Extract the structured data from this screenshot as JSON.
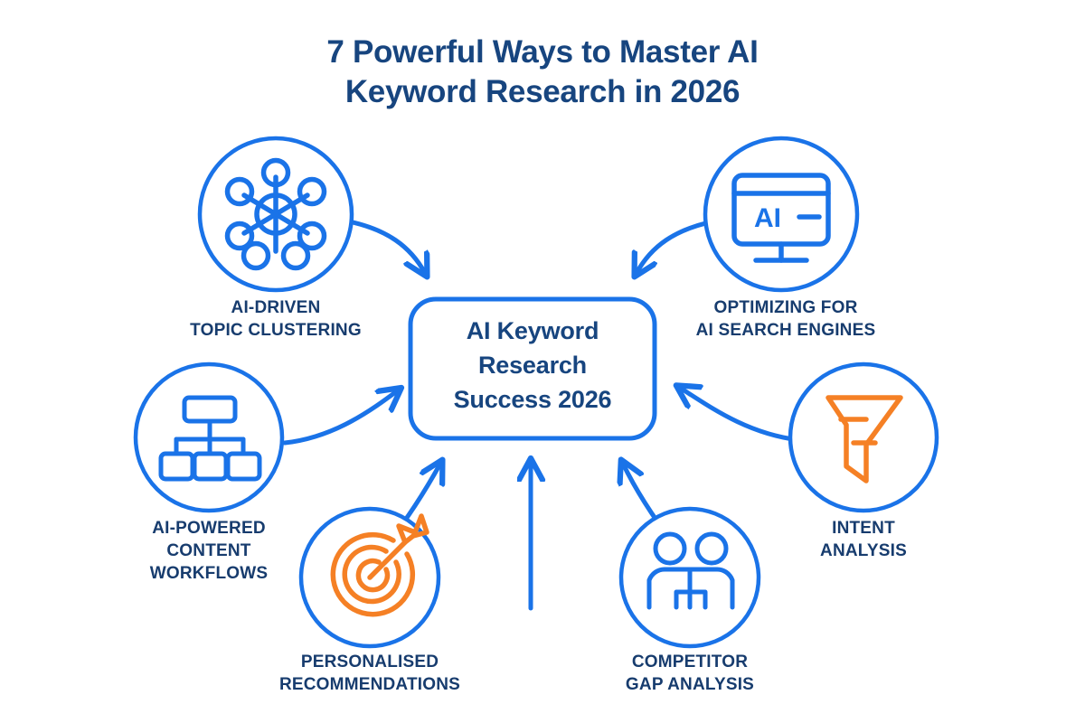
{
  "title": {
    "line1": "7 Powerful Ways to Master AI",
    "line2": "Keyword Research in 2026"
  },
  "center": {
    "line1": "AI Keyword",
    "line2": "Research",
    "line3": "Success 2026"
  },
  "colors": {
    "blue": "#1A73E8",
    "dark_blue": "#17457F",
    "label_blue": "#173C6E",
    "orange": "#F58025",
    "background": "#FFFFFF"
  },
  "nodes": [
    {
      "id": "ai-driven-topic-clustering",
      "icon": "network-cluster-icon",
      "icon_color": "#1A73E8",
      "label_lines": [
        "AI-DRIVEN",
        "TOPIC CLUSTERING"
      ]
    },
    {
      "id": "optimizing-for-ai-search-engines",
      "icon": "ai-monitor-icon",
      "icon_color": "#1A73E8",
      "icon_text": "AI",
      "label_lines": [
        "OPTIMIZING FOR",
        "AI SEARCH ENGINES"
      ]
    },
    {
      "id": "ai-powered-content-workflows",
      "icon": "hierarchy-flowchart-icon",
      "icon_color": "#1A73E8",
      "label_lines": [
        "AI-POWERED",
        "CONTENT",
        "WORKFLOWS"
      ]
    },
    {
      "id": "intent-analysis",
      "icon": "funnel-filter-icon",
      "icon_color": "#F58025",
      "label_lines": [
        "INTENT",
        "ANALYSIS"
      ]
    },
    {
      "id": "personalised-recommendations",
      "icon": "target-dart-icon",
      "icon_color": "#F58025",
      "label_lines": [
        "PERSONALISED",
        "RECOMMENDATIONS"
      ]
    },
    {
      "id": "competitor-gap-analysis",
      "icon": "two-people-icon",
      "icon_color": "#1A73E8",
      "label_lines": [
        "COMPETITOR",
        "GAP ANALYSIS"
      ]
    }
  ]
}
